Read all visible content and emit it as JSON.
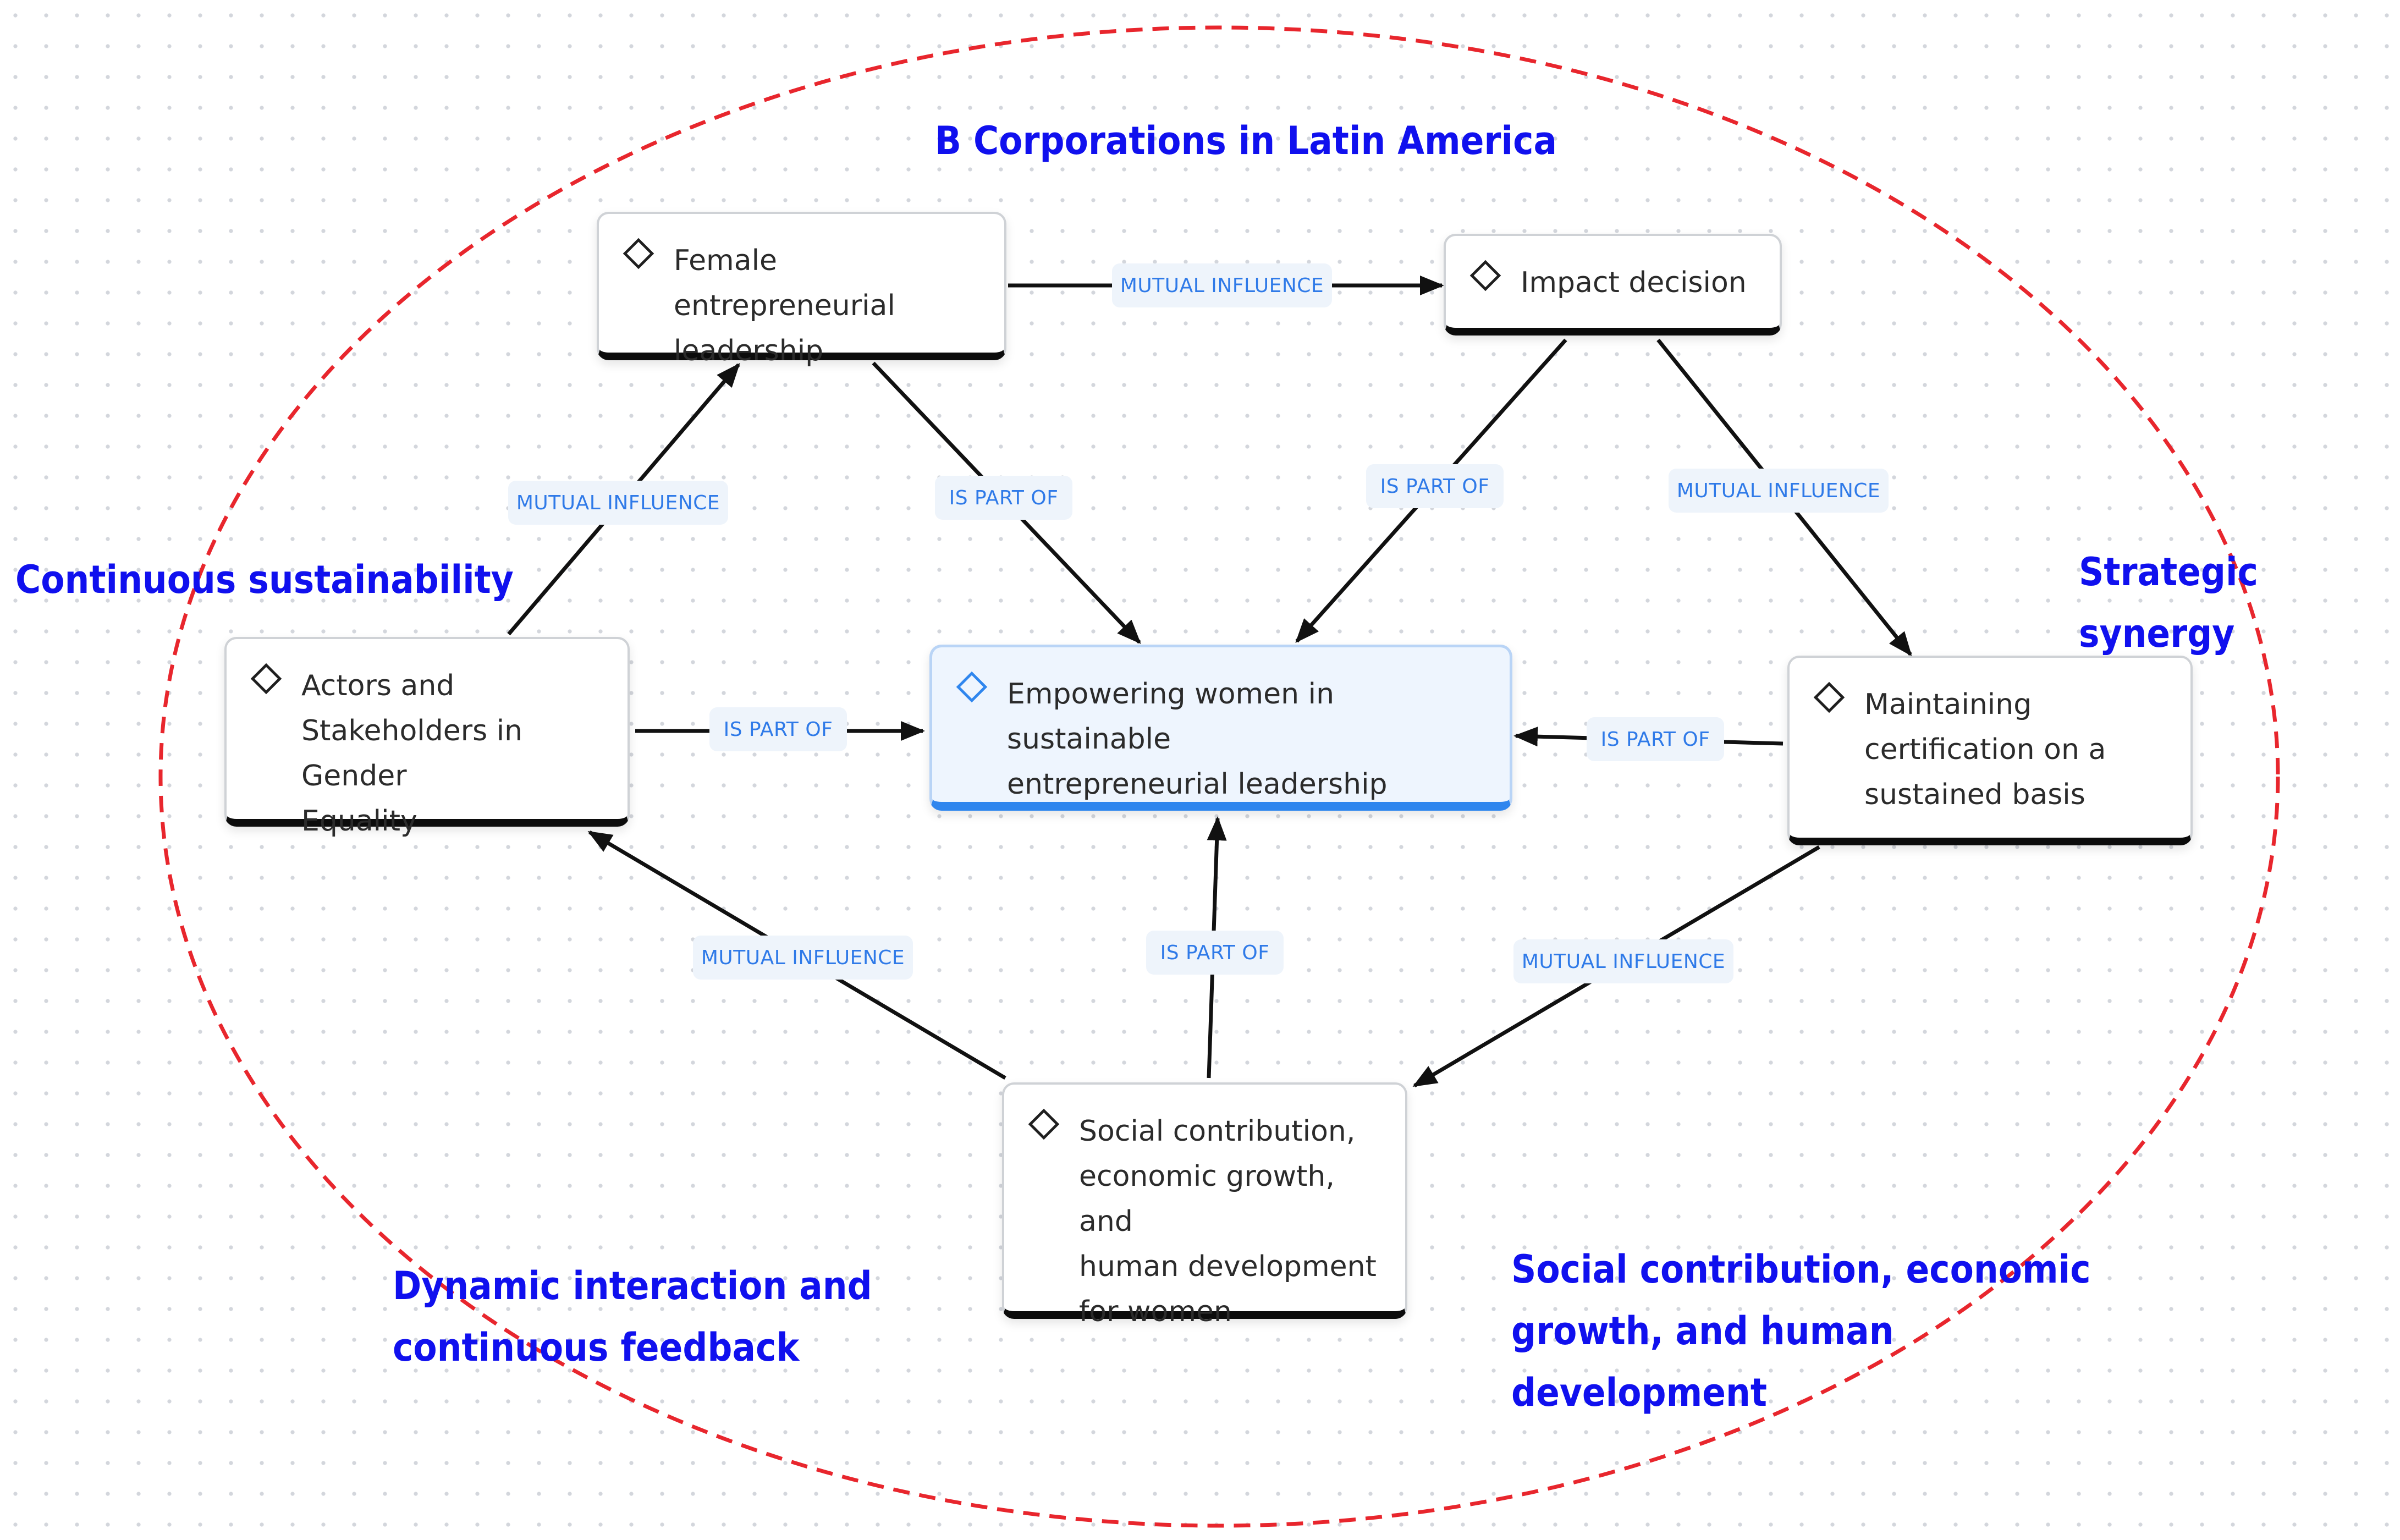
{
  "diagram": {
    "title": "B Corporations in Latin America",
    "nodes": {
      "female_leadership": "Female entrepreneurial\nleadership",
      "impact_decision": "Impact decision",
      "actors": "Actors and\nStakeholders in Gender\nEquality",
      "center": "Empowering women in sustainable\nentrepreneurial leadership",
      "certification": "Maintaining\ncertification on a\nsustained basis",
      "social": "Social contribution,\neconomic growth, and\nhuman development\nfor women"
    },
    "edge_labels": {
      "female_to_impact": "MUTUAL INFLUENCE",
      "actors_to_female": "MUTUAL INFLUENCE",
      "female_to_center": "IS PART OF",
      "impact_to_center": "IS PART OF",
      "impact_to_certification": "MUTUAL INFLUENCE",
      "actors_to_center": "IS PART OF",
      "certification_to_center": "IS PART OF",
      "social_to_actors": "MUTUAL INFLUENCE",
      "social_to_center": "IS PART OF",
      "certification_to_social": "MUTUAL INFLUENCE"
    },
    "annotations": {
      "left": "Continuous sustainability",
      "right": "Strategic synergy",
      "bottom_left": "Dynamic interaction and\ncontinuous feedback",
      "bottom_right": "Social contribution, economic\ngrowth, and human\ndevelopment"
    },
    "colors": {
      "annotation_text": "#1010ee",
      "boundary": "#e8262d",
      "edge_label_text": "#2f7ae8",
      "center_accent": "#2f86ee"
    }
  }
}
